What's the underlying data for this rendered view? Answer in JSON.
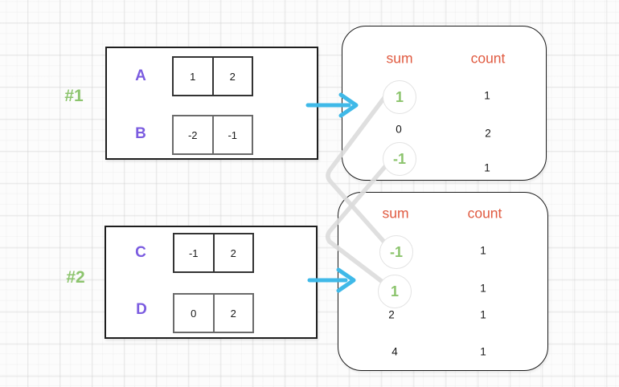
{
  "colors": {
    "green": "#8cc46d",
    "purple": "#7b5ce0",
    "orange": "#e05a40",
    "cyan": "#3fb9e8",
    "connector": "#dcdcdc",
    "border_dark": "#1e1e1e",
    "circle_border": "#e3e3e3"
  },
  "group1": {
    "label": "#1",
    "rows": [
      {
        "name": "A",
        "cells": [
          "1",
          "2"
        ]
      },
      {
        "name": "B",
        "cells": [
          "-2",
          "-1"
        ]
      }
    ]
  },
  "group2": {
    "label": "#2",
    "rows": [
      {
        "name": "C",
        "cells": [
          "-1",
          "2"
        ]
      },
      {
        "name": "D",
        "cells": [
          "0",
          "2"
        ]
      }
    ]
  },
  "result1": {
    "headers": {
      "sum": "sum",
      "count": "count"
    },
    "rows": [
      {
        "sum": "1",
        "count": "1",
        "highlighted": true
      },
      {
        "sum": "0",
        "count": "2",
        "highlighted": false
      },
      {
        "sum": "-1",
        "count": "1",
        "highlighted": true
      }
    ]
  },
  "result2": {
    "headers": {
      "sum": "sum",
      "count": "count"
    },
    "rows": [
      {
        "sum": "-1",
        "count": "1",
        "highlighted": true
      },
      {
        "sum": "1",
        "count": "1",
        "highlighted": true
      },
      {
        "sum": "2",
        "count": "1",
        "highlighted": false
      },
      {
        "sum": "4",
        "count": "1",
        "highlighted": false
      }
    ]
  },
  "icons": {
    "group1_arrow": "right-arrow",
    "group2_arrow": "right-arrow",
    "connector1": "elbow-connector",
    "connector2": "elbow-connector"
  }
}
